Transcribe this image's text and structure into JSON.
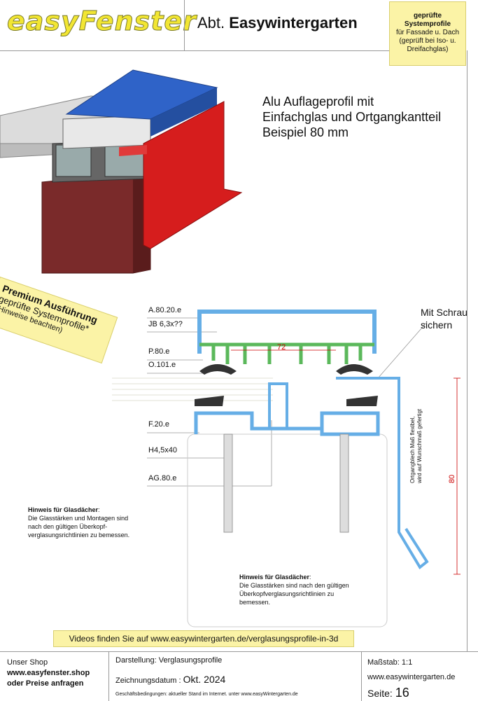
{
  "header": {
    "logo": "easyFenster",
    "dept_prefix": "Abt.",
    "dept_name": "Easywintergarten",
    "badge": {
      "line1": "geprüfte",
      "line2": "Systemprofile",
      "line3": "für Fassade u. Dach",
      "line4": "(geprüft bei Iso- u.",
      "line5": "Dreifachglas)"
    }
  },
  "title": {
    "line1": "Alu Auflageprofil mit",
    "line2": "Einfachglas und Ortgangkantteil",
    "line3": "Beispiel 80 mm"
  },
  "premium": {
    "line1": "Premium Ausführung",
    "line2": "geprüfte Systemprofile*",
    "line3": "(Hinweise beachten)"
  },
  "labels": {
    "a80": "A.80.20.e",
    "jb": "JB 6,3x??",
    "p80": "P.80.e",
    "o101": "O.101.e",
    "f20": "F.20.e",
    "h45": "H4,5x40",
    "ag80": "AG.80.e",
    "dim72": "72",
    "dim80": "80",
    "screw1": "Mit Schraube",
    "screw2": "sichern",
    "ortgang1": "Ortgangblech Maß flexibel,",
    "ortgang2": "wird auf Wunschmaß gefertigt"
  },
  "notes": {
    "left_title": "Hinweis für Glasdächer",
    "left_1": "Die Glasstärken und Montagen sind",
    "left_2": "nach den gültigen Überkopf-",
    "left_3": "verglasungsrichtlinien zu bemessen.",
    "center_title": "Hinweis für Glasdächer",
    "center_1": "Die Glasstärken sind nach den gültigen",
    "center_2": "Überkopfverglasungsrichtlinien zu",
    "center_3": "bemessen."
  },
  "videos": "Videos finden Sie auf www.easywintergarten.de/verglasungsprofile-in-3d",
  "footer": {
    "shop_label": "Unser Shop",
    "shop_url": "www.easyfenster.shop",
    "shop_cta": "oder Preise anfragen",
    "darstellung": "Darstellung: Verglasungsprofile",
    "datum_label": "Zeichnungsdatum :",
    "datum": "Okt. 2024",
    "agb": "Geschäftsbedingungen: aktueller Stand im Internet. unter www.easyWintergarten.de",
    "massstab": "Maßstab: 1:1",
    "website": "www.easywintergarten.de",
    "seite_label": "Seite:",
    "seite": "16"
  }
}
